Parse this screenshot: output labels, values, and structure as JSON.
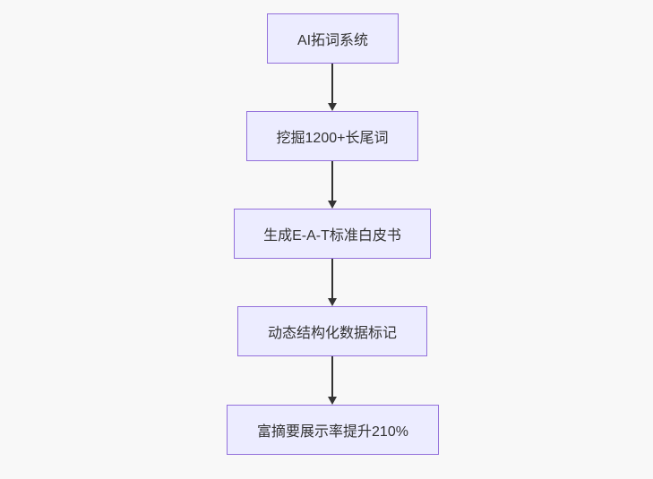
{
  "diagram": {
    "type": "flowchart-top-down",
    "nodes": [
      {
        "id": "n1",
        "label": "AI拓词系统"
      },
      {
        "id": "n2",
        "label": "挖掘1200+长尾词"
      },
      {
        "id": "n3",
        "label": "生成E-A-T标准白皮书"
      },
      {
        "id": "n4",
        "label": "动态结构化数据标记"
      },
      {
        "id": "n5",
        "label": "富摘要展示率提升210%"
      }
    ],
    "edges": [
      {
        "from": "n1",
        "to": "n2"
      },
      {
        "from": "n2",
        "to": "n3"
      },
      {
        "from": "n3",
        "to": "n4"
      },
      {
        "from": "n4",
        "to": "n5"
      }
    ],
    "colors": {
      "background": "#f8f8f8",
      "node_fill": "#ECECFF",
      "node_border": "#9370DB",
      "text": "#333333",
      "arrow": "#333333"
    }
  }
}
